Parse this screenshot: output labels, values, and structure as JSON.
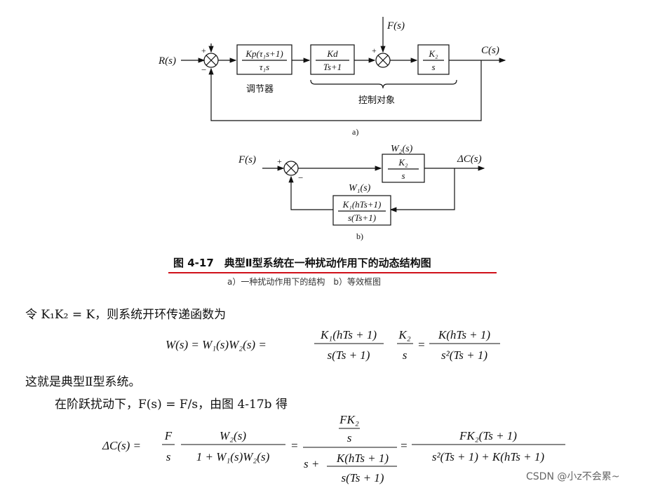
{
  "figure": {
    "diagram_a": {
      "input": "R(s)",
      "disturbance": "F(s)",
      "output": "C(s)",
      "sum1_plus": "+",
      "sum1_minus": "−",
      "sum2_plus": "+",
      "controller_num": "Kp(τ₁s+1)",
      "controller_den": "τ₁s",
      "plant1_num": "Kd",
      "plant1_den": "Ts+1",
      "plant2_num": "K₂",
      "plant2_den": "s",
      "controller_label": "调节器",
      "plant_label": "控制对象",
      "panel_label": "a)"
    },
    "diagram_b": {
      "input": "F(s)",
      "output": "ΔC(s)",
      "sum_plus": "+",
      "sum_minus": "−",
      "forward_name": "W₂(s)",
      "forward_num": "K₂",
      "forward_den": "s",
      "feedback_name": "W₁(s)",
      "feedback_num": "K₁(hTs+1)",
      "feedback_den": "s(Ts+1)",
      "panel_label": "b)"
    },
    "caption": "图 4-17　典型Ⅱ型系统在一种扰动作用下的动态结构图",
    "subcaption": "a）一种扰动作用下的结构　b）等效框图"
  },
  "text": {
    "line1": "令 K₁K₂ = K，则系统开环传递函数为",
    "eq1_lhs": "W(s) = W₁(s)W₂(s) =",
    "eq1_f1_num": "K₁(hTs + 1)",
    "eq1_f1_den": "s(Ts + 1)",
    "eq1_f2_num": "K₂",
    "eq1_f2_den": "s",
    "eq1_eq": "=",
    "eq1_f3_num": "K(hTs + 1)",
    "eq1_f3_den": "s²(Ts + 1)",
    "line2": "这就是典型Ⅱ型系统。",
    "line3": "在阶跃扰动下，F(s) = F/s，由图 4-17b 得",
    "eq2_lhs": "ΔC(s) =",
    "eq2_f1_num": "F",
    "eq2_f1_den": "s",
    "eq2_f2_num": "W₂(s)",
    "eq2_f2_den": "1 + W₁(s)W₂(s)",
    "eq2_eq1": "=",
    "eq2_f3_num_top": "FK₂",
    "eq2_f3_num_bot": "s",
    "eq2_f3_den_a": "s +",
    "eq2_f3_den_num": "K(hTs + 1)",
    "eq2_f3_den_den": "s(Ts + 1)",
    "eq2_eq2": "=",
    "eq2_f4_num": "FK₂(Ts + 1)",
    "eq2_f4_den": "s²(Ts + 1) + K(hTs + 1)"
  },
  "watermark": "CSDN @小z不会累~"
}
